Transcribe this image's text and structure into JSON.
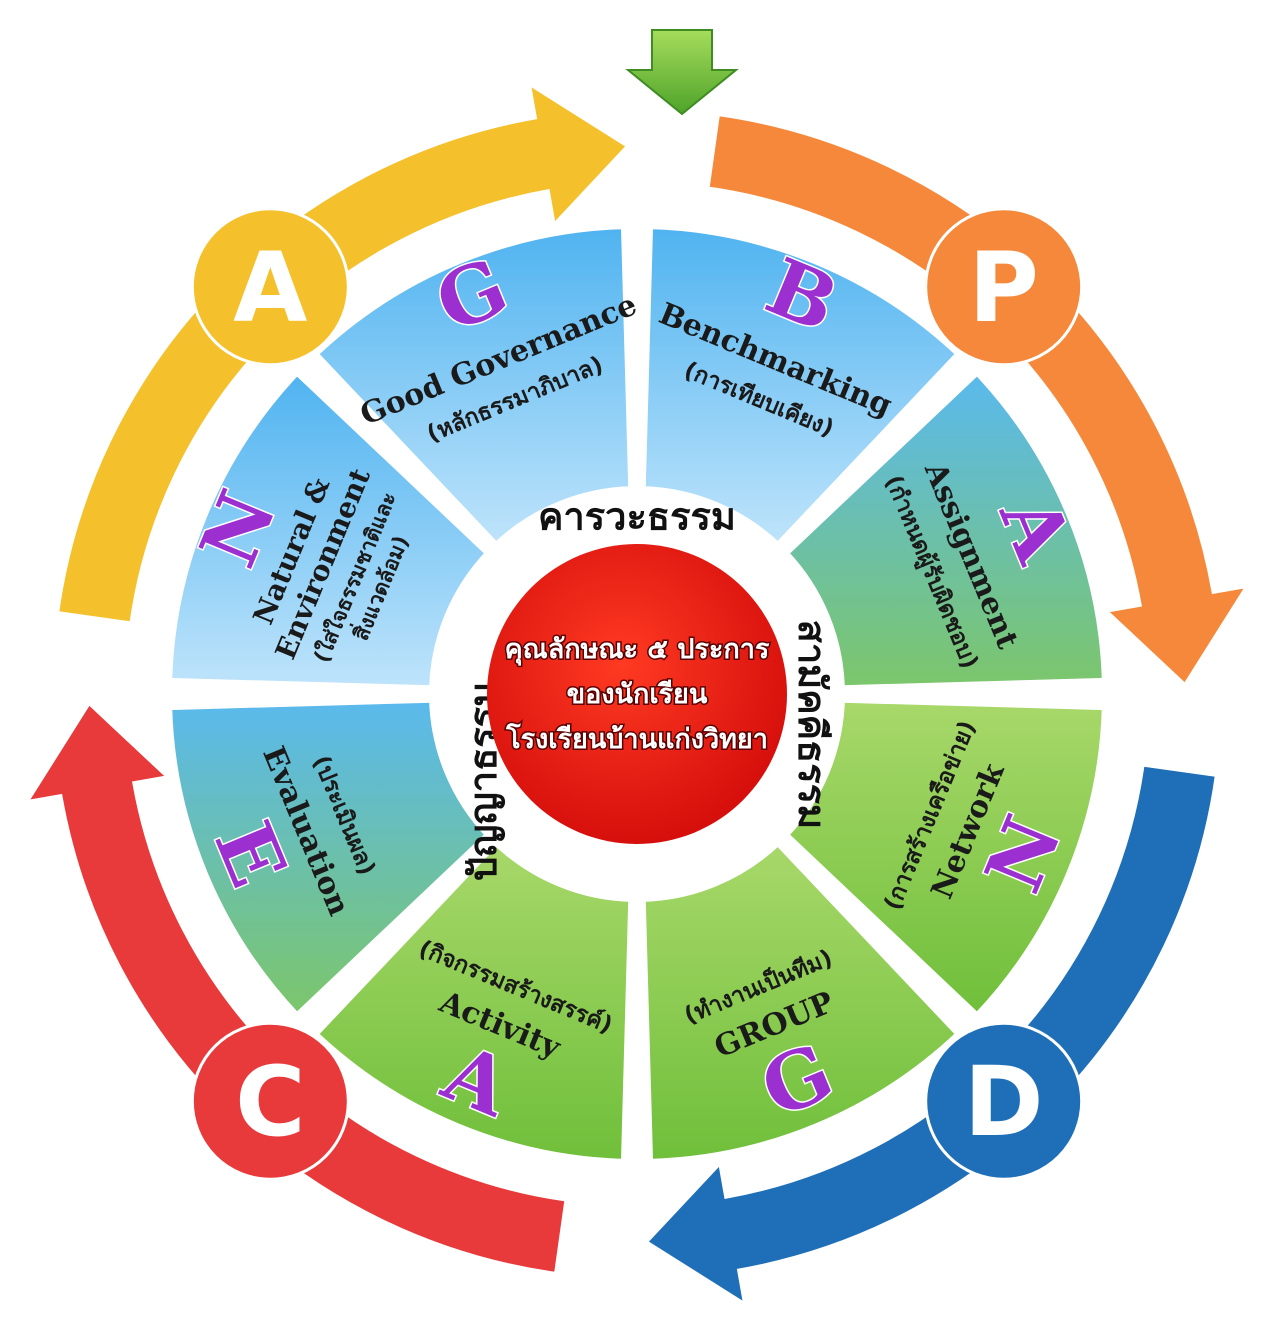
{
  "colors": {
    "cycle_yellow": "#f4c02c",
    "cycle_orange": "#f5883a",
    "cycle_blue": "#1f6fb8",
    "cycle_red": "#e8393b",
    "entry_arrow": "#7cc242",
    "segment_letter": "#9b2fd0",
    "center": "#e8100d"
  },
  "cycle": [
    {
      "letter": "P",
      "color_key": "cycle_orange"
    },
    {
      "letter": "D",
      "color_key": "cycle_blue"
    },
    {
      "letter": "C",
      "color_key": "cycle_red"
    },
    {
      "letter": "A",
      "color_key": "cycle_yellow"
    }
  ],
  "segments": [
    {
      "letter": "B",
      "title": "Benchmarking",
      "subtitle": "(การเทียบเคียง)"
    },
    {
      "letter": "A",
      "title": "Assignment",
      "subtitle": "(กำหนดผู้รับผิดชอบ)"
    },
    {
      "letter": "N",
      "title": "Network",
      "subtitle": "(การสร้างเครือข่าย)"
    },
    {
      "letter": "G",
      "title": "GROUP",
      "subtitle": "(ทำงานเป็นทีม)"
    },
    {
      "letter": "A",
      "title": "Activity",
      "subtitle": "(กิจกรรมสร้างสรรค์)"
    },
    {
      "letter": "E",
      "title": "Evaluation",
      "subtitle": "(ประเมินผล)"
    },
    {
      "letter": "N",
      "title": "Natural &",
      "title2": "Environment",
      "subtitle": "(ใส่ใจธรรมชาติและ",
      "subtitle2": "สิ่งแวดล้อม)"
    },
    {
      "letter": "G",
      "title": "Good Governance",
      "subtitle": "(หลักธรรมาภิบาล)"
    }
  ],
  "ring_words": [
    "คารวะธรรม",
    "สามัคคีธรรม",
    "ปัญญาธรรม"
  ],
  "center": {
    "line1": "คุณลักษณะ ๕ ประการ",
    "line2": "ของนักเรียน",
    "line3": "โรงเรียนบ้านแก่งวิทยา"
  }
}
